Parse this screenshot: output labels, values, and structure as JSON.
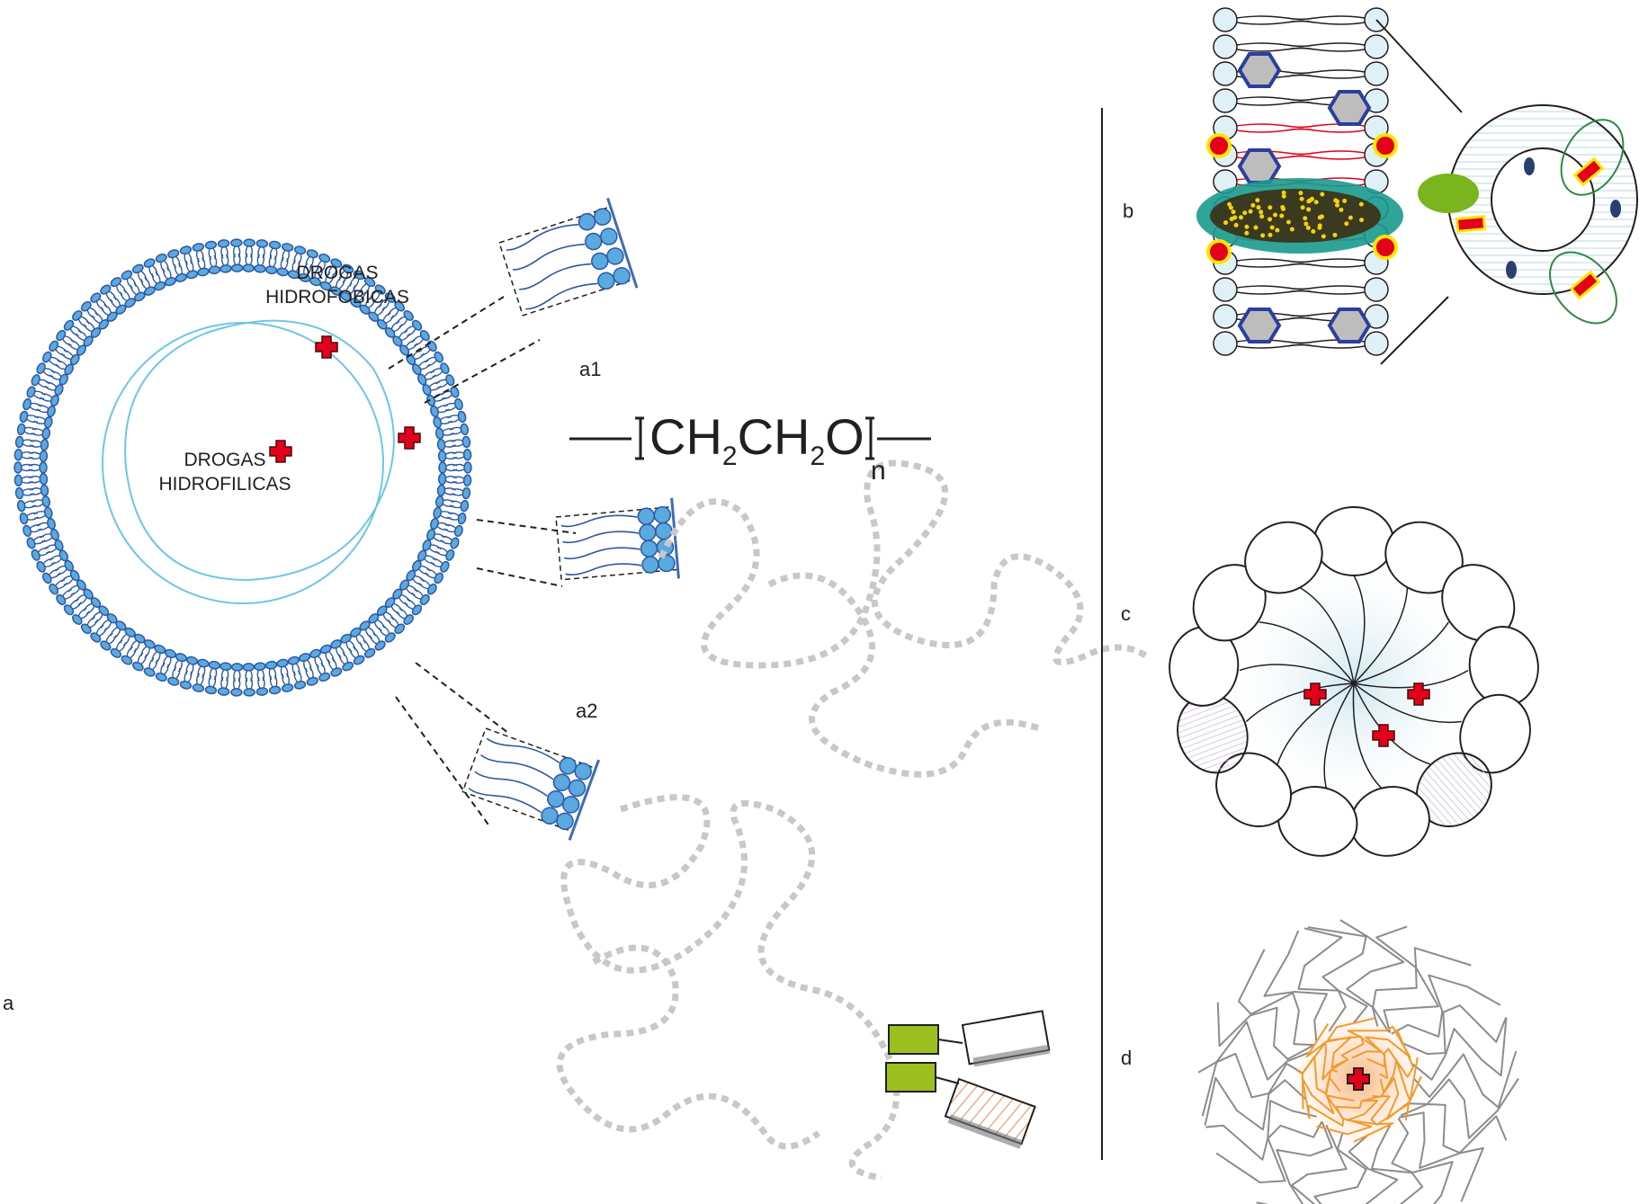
{
  "panels": {
    "a": "a",
    "a1": "a1",
    "a2": "a2",
    "b": "b",
    "c": "c",
    "d": "d"
  },
  "labels": {
    "hydrophobic_line1": "DROGAS",
    "hydrophobic_line2": "HIDROFOBICAS",
    "hydrophilic_line1": "DROGAS",
    "hydrophilic_line2": "HIDROFILICAS"
  },
  "formula": {
    "unit1": "CH",
    "sub1": "2",
    "unit2": "CH",
    "sub2": "2",
    "unit3": "O",
    "repeat": "n"
  },
  "colors": {
    "lipid_blue": "#3d6db5",
    "lipid_head": "#5aa9e0",
    "inner_line": "#6ec6e6",
    "drug_red": "#e2001a",
    "peg_gray": "#c8c8c8",
    "antibody_green": "#9cbf1f",
    "cyclodextrin_teal": "#1a9a8e",
    "polymer_orange": "#f39a2e"
  }
}
